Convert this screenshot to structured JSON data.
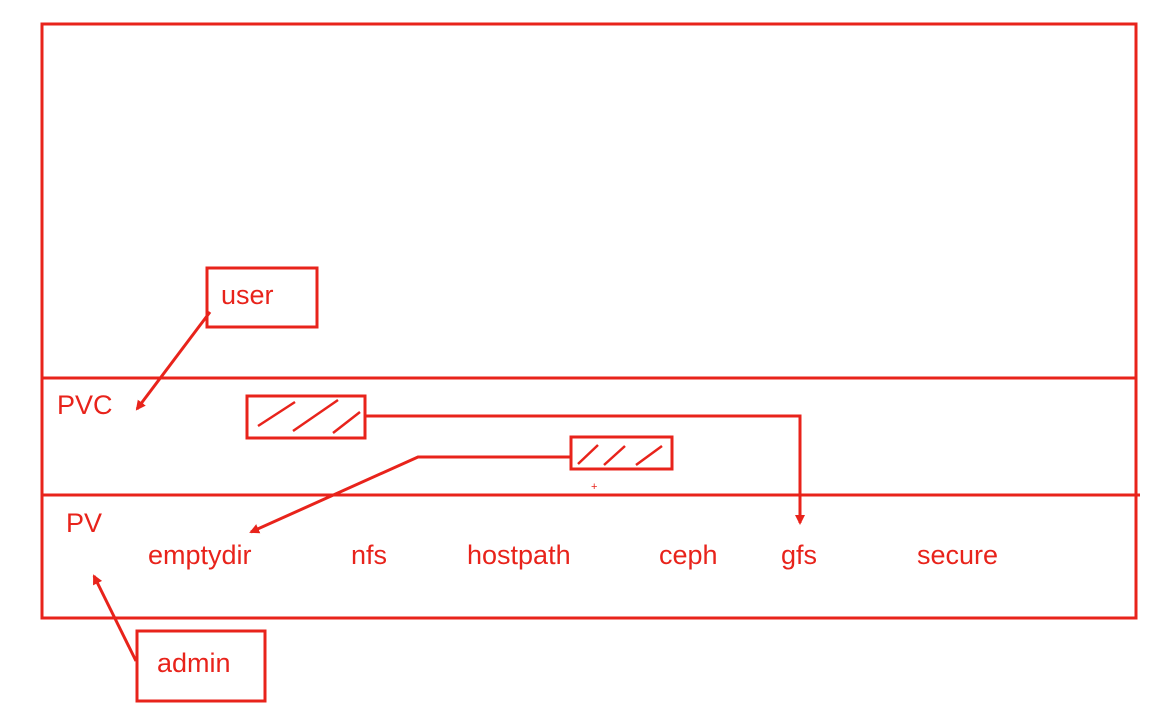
{
  "colors": {
    "ink": "#e8231b",
    "background": "#ffffff"
  },
  "labels": {
    "user": "user",
    "pvc": "PVC",
    "pv": "PV",
    "admin": "admin",
    "plus": "+"
  },
  "storage_types": [
    "emptydir",
    "nfs",
    "hostpath",
    "ceph",
    "gfs",
    "secure"
  ]
}
